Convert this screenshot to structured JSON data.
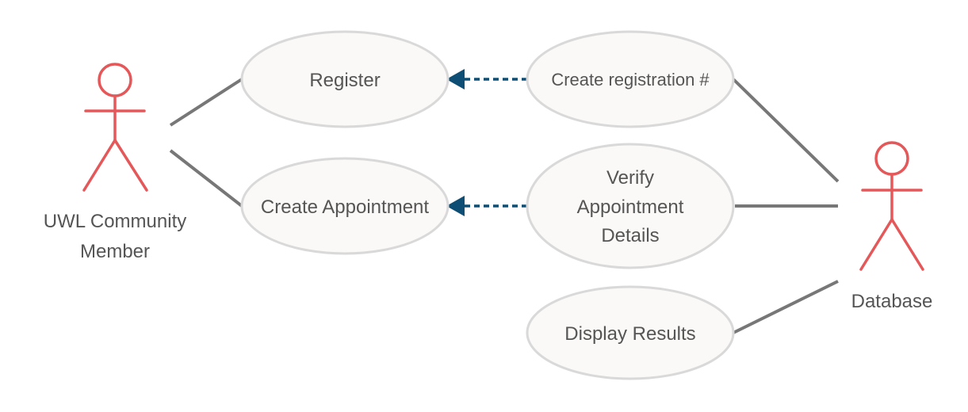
{
  "actors": {
    "community_member": {
      "lines": [
        "UWL Community",
        "Member"
      ]
    },
    "database": {
      "lines": [
        "Database"
      ]
    }
  },
  "use_cases": {
    "register": {
      "lines": [
        "Register"
      ]
    },
    "create_appointment": {
      "lines": [
        "Create Appointment"
      ]
    },
    "create_registration": {
      "lines": [
        "Create registration #"
      ]
    },
    "verify_appointment": {
      "lines": [
        "Verify",
        "Appointment",
        "Details"
      ]
    },
    "display_results": {
      "lines": [
        "Display Results"
      ]
    }
  },
  "colors": {
    "actor": "#e5585a",
    "association": "#777777",
    "dependency": "#0e4d74",
    "use_case_fill": "#faf9f7",
    "use_case_stroke": "#d9d9d9",
    "text": "#555555"
  }
}
